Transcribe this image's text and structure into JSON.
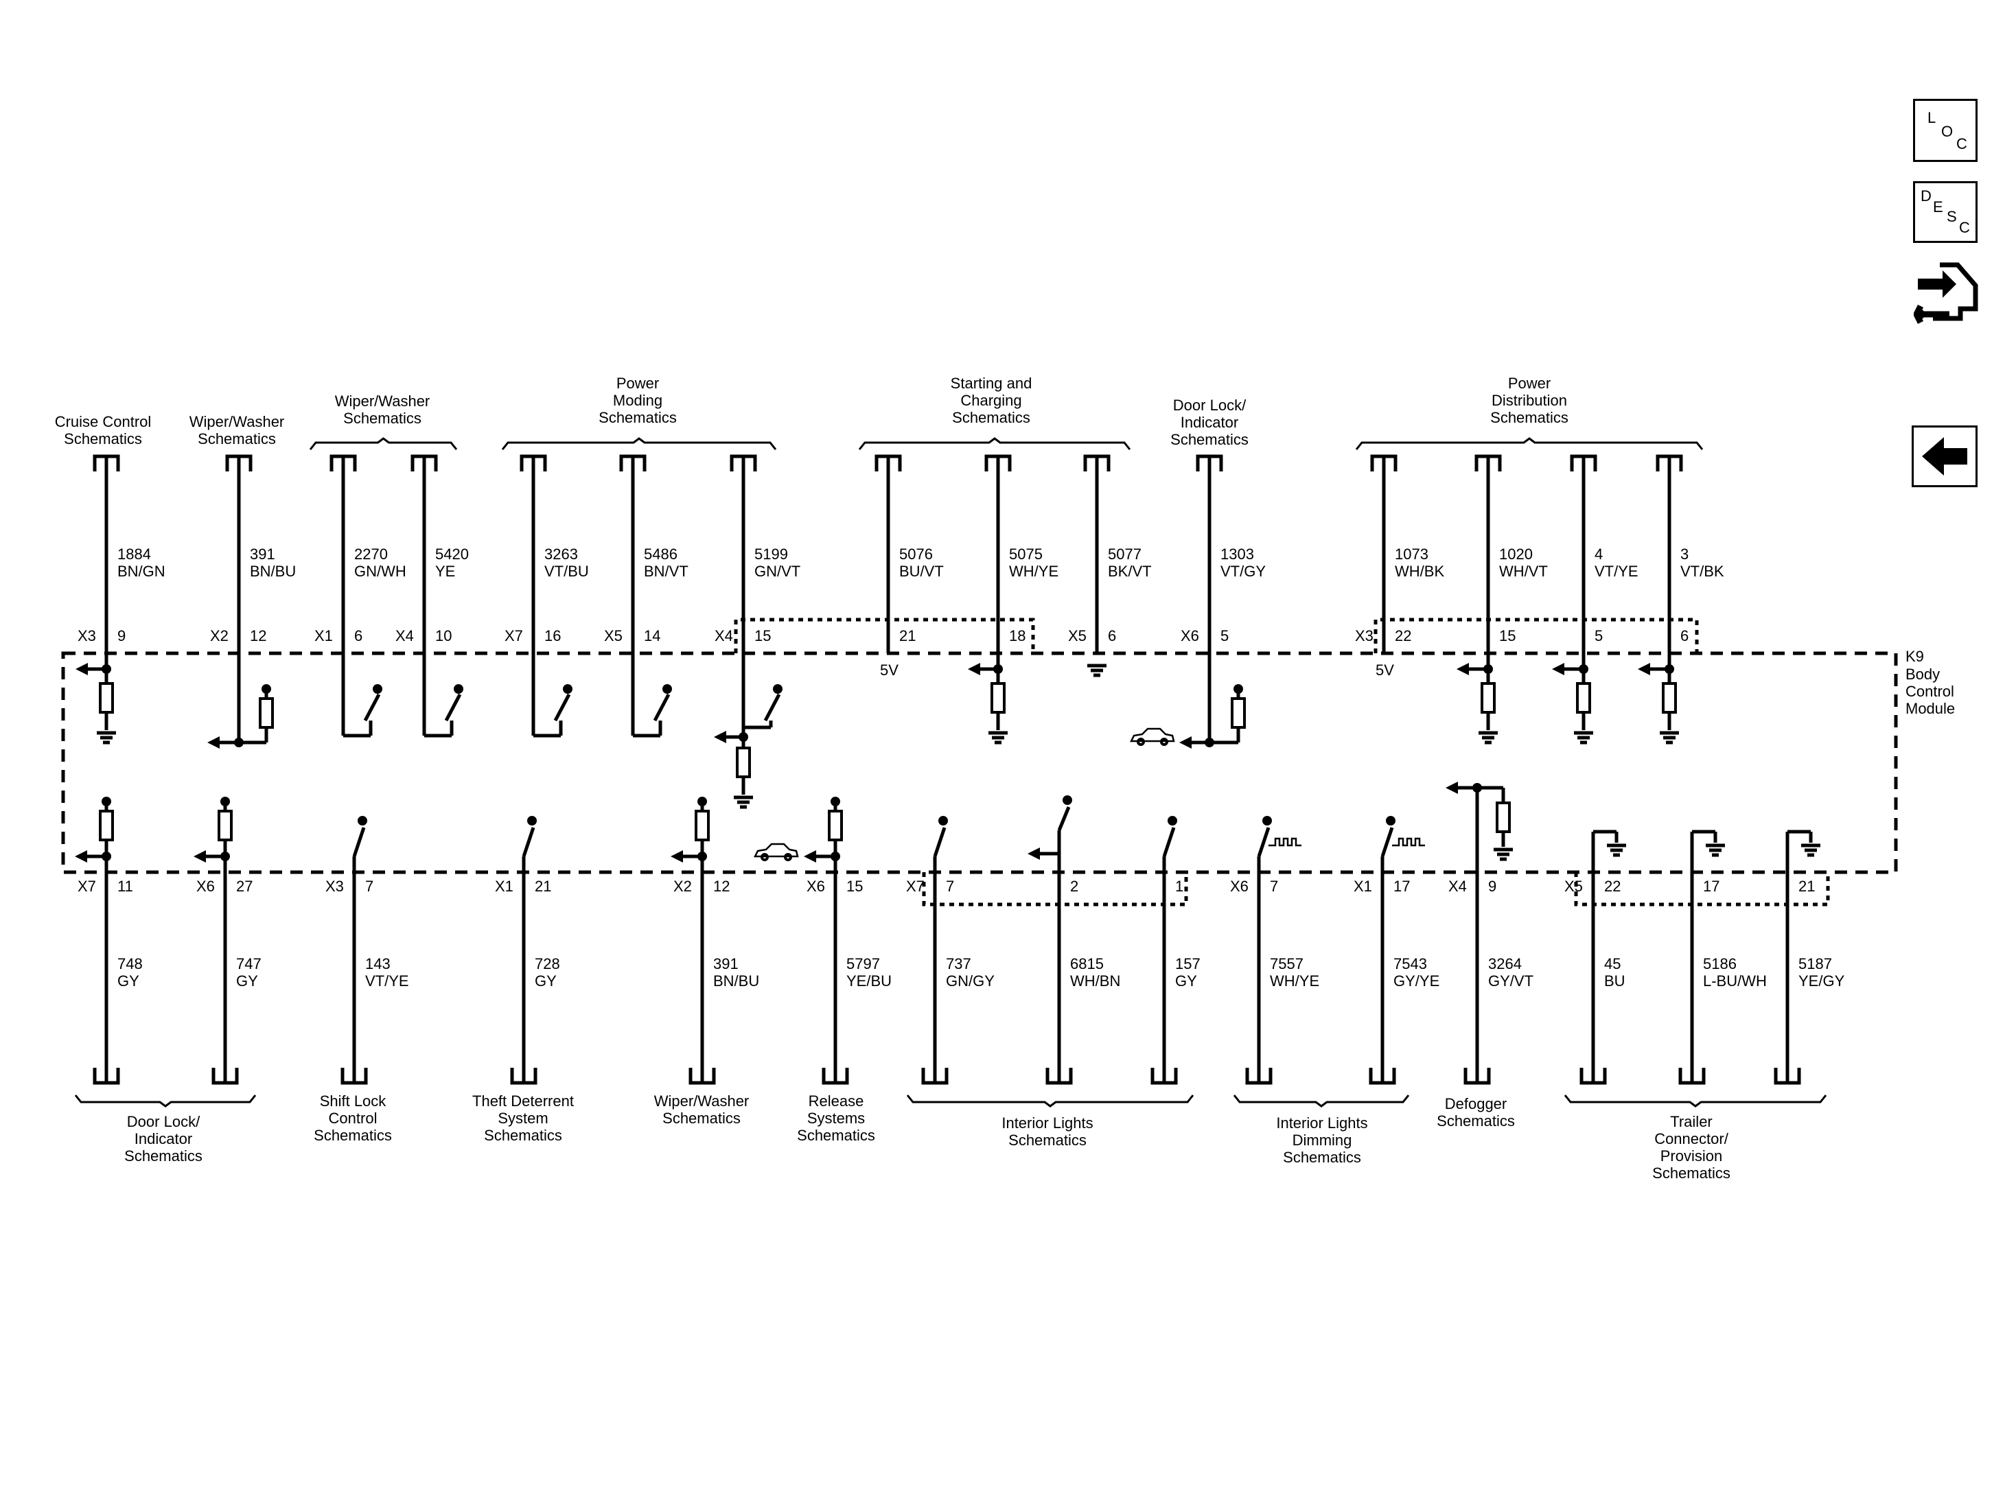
{
  "nav": {
    "loc": [
      "L",
      "O",
      "C"
    ],
    "desc": [
      "D",
      "E",
      "S",
      "C"
    ],
    "icons": [
      "loc-icon",
      "desc-icon",
      "troubleshoot-tool-icon",
      "back-arrow-icon"
    ]
  },
  "module": {
    "name": "K9",
    "lines": [
      "Body",
      "Control",
      "Module"
    ]
  },
  "top_groups": [
    {
      "label": [
        "Cruise Control",
        "Schematics"
      ]
    },
    {
      "label": [
        "Wiper/Washer",
        "Schematics"
      ]
    },
    {
      "label": [
        "Wiper/Washer",
        "Schematics"
      ]
    },
    {
      "label": [
        "Power",
        "Moding",
        "Schematics"
      ]
    },
    {
      "label": [
        "Starting and",
        "Charging",
        "Schematics"
      ]
    },
    {
      "label": [
        "Door Lock/",
        "Indicator",
        "Schematics"
      ]
    },
    {
      "label": [
        "Power",
        "Distribution",
        "Schematics"
      ]
    }
  ],
  "top_wires": [
    {
      "circuit": "1884",
      "color": "BN/GN",
      "connector": "X3",
      "pin": "9"
    },
    {
      "circuit": "391",
      "color": "BN/BU",
      "connector": "X2",
      "pin": "12"
    },
    {
      "circuit": "2270",
      "color": "GN/WH",
      "connector": "X1",
      "pin": "6"
    },
    {
      "circuit": "5420",
      "color": "YE",
      "connector": "X4",
      "pin": "10"
    },
    {
      "circuit": "3263",
      "color": "VT/BU",
      "connector": "X7",
      "pin": "16"
    },
    {
      "circuit": "5486",
      "color": "BN/VT",
      "connector": "X5",
      "pin": "14"
    },
    {
      "circuit": "5199",
      "color": "GN/VT",
      "connector": "X4",
      "pin": "15"
    },
    {
      "circuit": "5076",
      "color": "BU/VT",
      "connector": "",
      "pin": "21"
    },
    {
      "circuit": "5075",
      "color": "WH/YE",
      "connector": "",
      "pin": "18"
    },
    {
      "circuit": "5077",
      "color": "BK/VT",
      "connector": "X5",
      "pin": "6"
    },
    {
      "circuit": "1303",
      "color": "VT/GY",
      "connector": "X6",
      "pin": "5"
    },
    {
      "circuit": "1073",
      "color": "WH/BK",
      "connector": "X3",
      "pin": "22"
    },
    {
      "circuit": "1020",
      "color": "WH/VT",
      "connector": "",
      "pin": "15"
    },
    {
      "circuit": "4",
      "color": "VT/YE",
      "connector": "",
      "pin": "5"
    },
    {
      "circuit": "3",
      "color": "VT/BK",
      "connector": "",
      "pin": "6"
    }
  ],
  "bottom_wires": [
    {
      "circuit": "748",
      "color": "GY",
      "connector": "X7",
      "pin": "11"
    },
    {
      "circuit": "747",
      "color": "GY",
      "connector": "X6",
      "pin": "27"
    },
    {
      "circuit": "143",
      "color": "VT/YE",
      "connector": "X3",
      "pin": "7"
    },
    {
      "circuit": "728",
      "color": "GY",
      "connector": "X1",
      "pin": "21"
    },
    {
      "circuit": "391",
      "color": "BN/BU",
      "connector": "X2",
      "pin": "12"
    },
    {
      "circuit": "5797",
      "color": "YE/BU",
      "connector": "X6",
      "pin": "15"
    },
    {
      "circuit": "737",
      "color": "GN/GY",
      "connector": "X7",
      "pin": "7"
    },
    {
      "circuit": "6815",
      "color": "WH/BN",
      "connector": "",
      "pin": "2"
    },
    {
      "circuit": "157",
      "color": "GY",
      "connector": "",
      "pin": "1"
    },
    {
      "circuit": "7557",
      "color": "WH/YE",
      "connector": "X6",
      "pin": "7"
    },
    {
      "circuit": "7543",
      "color": "GY/YE",
      "connector": "X1",
      "pin": "17"
    },
    {
      "circuit": "3264",
      "color": "GY/VT",
      "connector": "X4",
      "pin": "9"
    },
    {
      "circuit": "45",
      "color": "BU",
      "connector": "X5",
      "pin": "22"
    },
    {
      "circuit": "5186",
      "color": "L-BU/WH",
      "connector": "",
      "pin": "17"
    },
    {
      "circuit": "5187",
      "color": "YE/GY",
      "connector": "",
      "pin": "21"
    }
  ],
  "bottom_groups": [
    {
      "label": [
        "Door Lock/",
        "Indicator",
        "Schematics"
      ]
    },
    {
      "label": [
        "Shift Lock",
        "Control",
        "Schematics"
      ]
    },
    {
      "label": [
        "Theft Deterrent",
        "System",
        "Schematics"
      ]
    },
    {
      "label": [
        "Wiper/Washer",
        "Schematics"
      ]
    },
    {
      "label": [
        "Release",
        "Systems",
        "Schematics"
      ]
    },
    {
      "label": [
        "Interior Lights",
        "Schematics"
      ]
    },
    {
      "label": [
        "Interior Lights",
        "Dimming",
        "Schematics"
      ]
    },
    {
      "label": [
        "Defogger",
        "Schematics"
      ]
    },
    {
      "label": [
        "Trailer",
        "Connector/",
        "Provision",
        "Schematics"
      ]
    }
  ],
  "reference_voltage": [
    "5V",
    "5V"
  ]
}
